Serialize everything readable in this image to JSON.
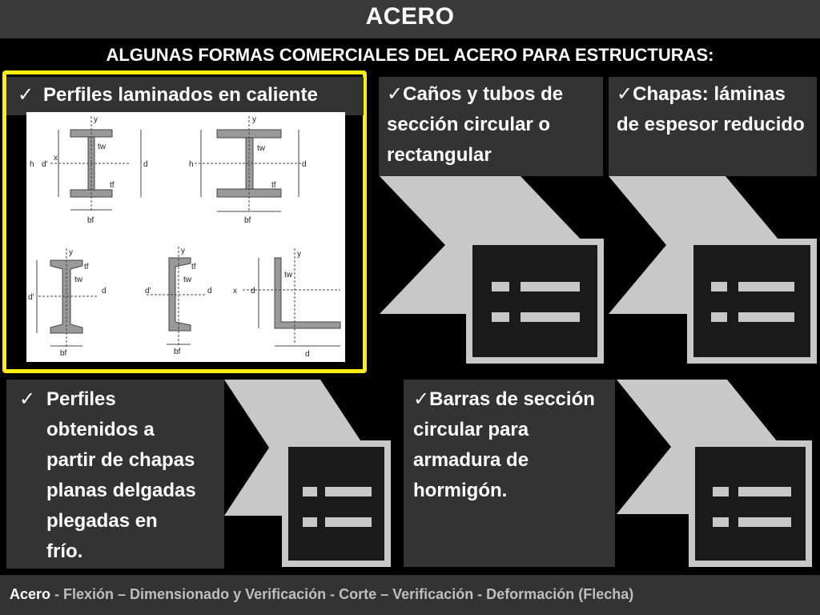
{
  "slide": {
    "title": "ACERO",
    "subtitle": "ALGUNAS FORMAS COMERCIALES DEL ACERO PARA ESTRUCTURAS:"
  },
  "items": {
    "hot_rolled": {
      "check": "✓",
      "label": "Perfiles laminados en caliente"
    },
    "tubes": {
      "label": "✓Caños y tubos de sección circular o rectangular"
    },
    "sheets": {
      "label": "✓Chapas: láminas de espesor reducido"
    },
    "cold_formed": {
      "check": "✓",
      "lines": [
        "Perfiles",
        "obtenidos a",
        "partir de chapas",
        "planas delgadas",
        "plegadas en",
        "frío."
      ]
    },
    "bars": {
      "label": "✓Barras de sección circular para armadura de hormigón."
    }
  },
  "diagram": {
    "labels": {
      "y": "y",
      "x": "x",
      "h": "h",
      "d": "d",
      "dprime": "d'",
      "tw": "tw",
      "tf": "tf",
      "bf": "bf"
    }
  },
  "icons": {
    "chevron": "chevron-icon",
    "list": "list-icon"
  },
  "colors": {
    "highlight": "#ffee10",
    "box": "#333333",
    "background": "#000000",
    "icon": "#c8c8c8"
  },
  "footer": {
    "main": "Acero",
    "rest": " -  Flexión – Dimensionado y Verificación - Corte – Verificación  - Deformación (Flecha)"
  }
}
